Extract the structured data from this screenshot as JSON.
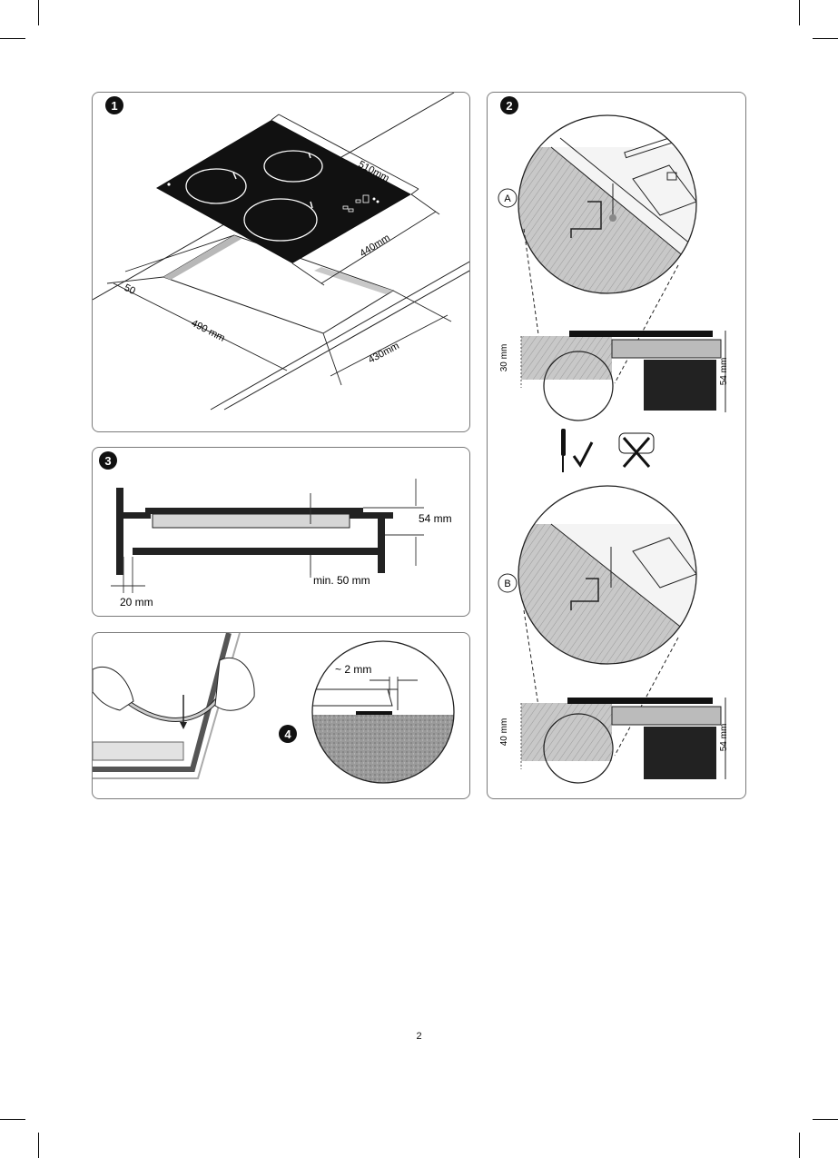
{
  "panel1": {
    "badge": "1",
    "dims": {
      "width_top": "510mm",
      "depth_top": "440mm",
      "offset": "50",
      "cutout_width": "490 mm",
      "cutout_depth": "430mm"
    }
  },
  "panel2": {
    "badge": "2",
    "variant_a": {
      "label": "A",
      "thickness": "30 mm",
      "height": "54 mm"
    },
    "variant_b": {
      "label": "B",
      "thickness": "40 mm",
      "height": "54 mm"
    }
  },
  "panel3": {
    "badge": "3",
    "dims": {
      "height": "54 mm",
      "gap": "min. 50 mm",
      "side": "20 mm"
    }
  },
  "panel4": {
    "badge": "4",
    "dims": {
      "overhang": "~ 2 mm"
    }
  },
  "page_number": "2"
}
